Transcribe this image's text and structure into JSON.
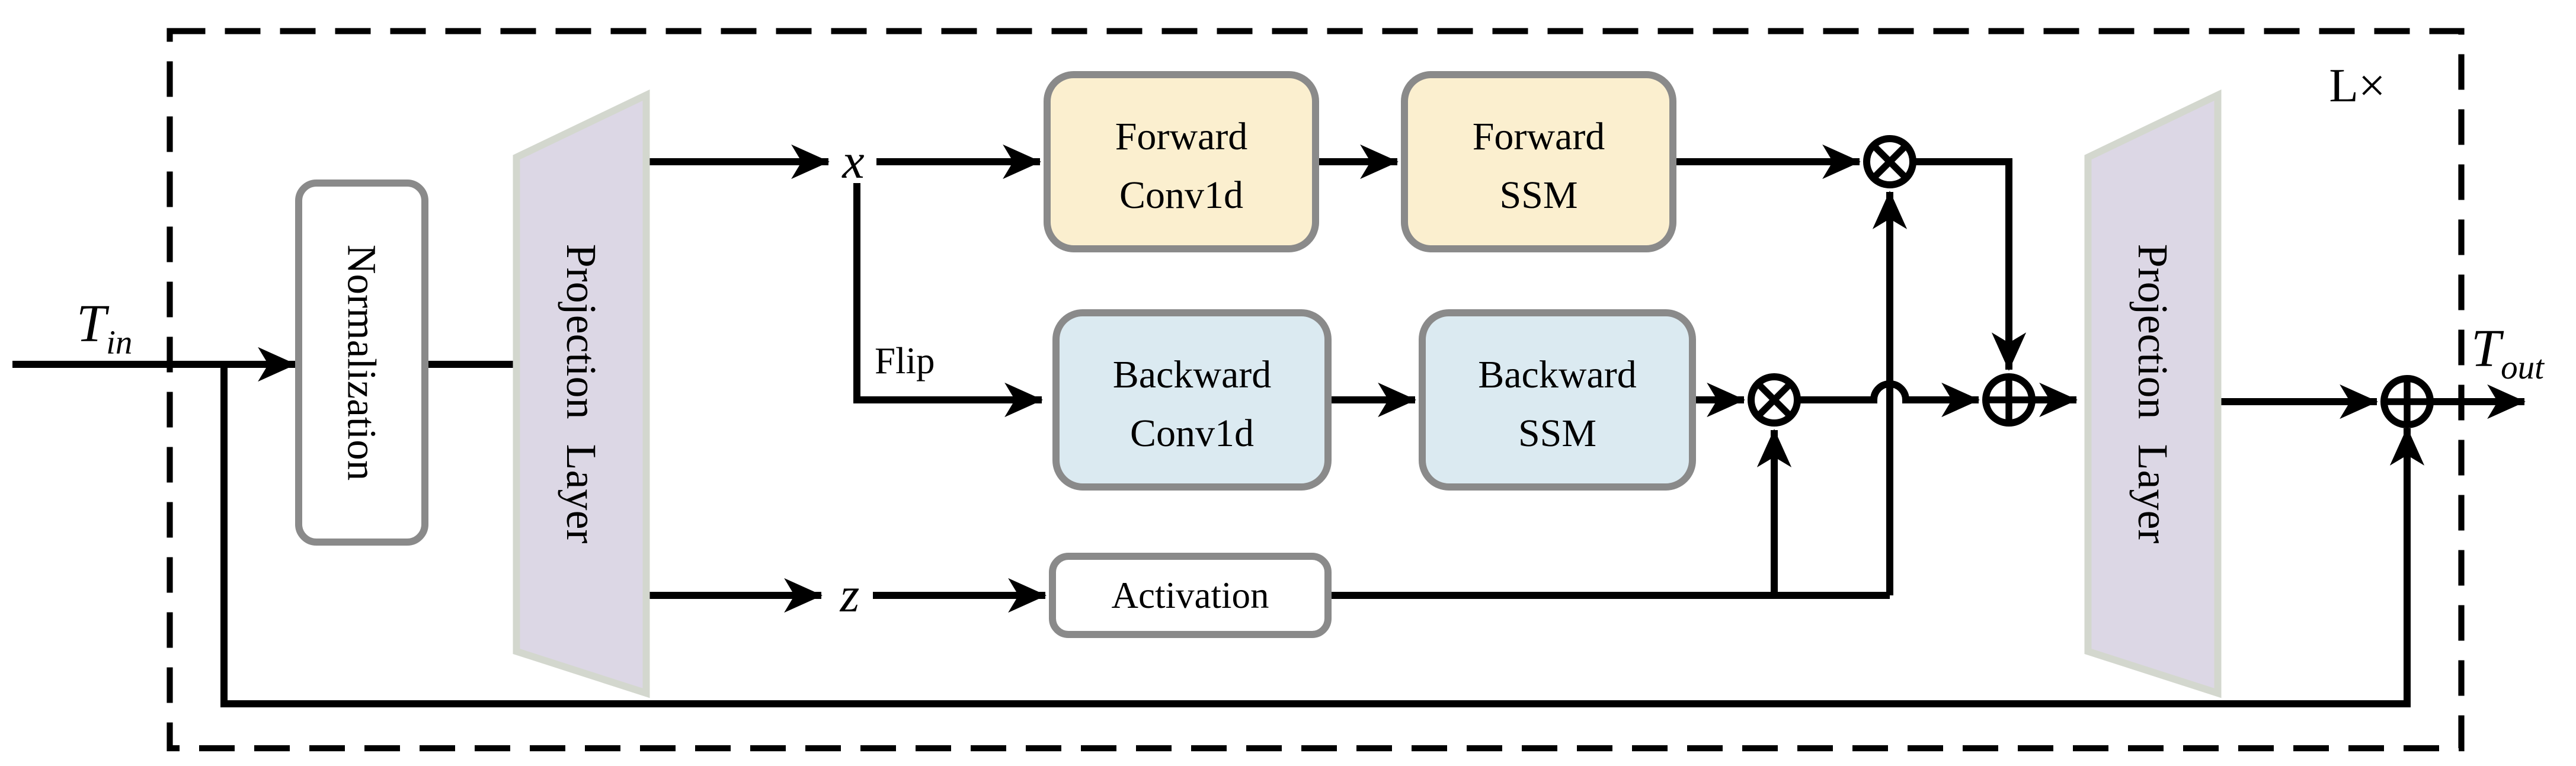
{
  "diagram": {
    "repeat_label": "L×",
    "io": {
      "input_base": "T",
      "input_sub": "in",
      "output_base": "T",
      "output_sub": "out"
    },
    "signals": {
      "x": "x",
      "z": "z",
      "flip": "Flip"
    },
    "nodes": {
      "normalization": {
        "label": "Normalization"
      },
      "projection_in": {
        "label": "Projection Layer"
      },
      "projection_out": {
        "label": "Projection Layer"
      },
      "forward_conv1d": {
        "line1": "Forward",
        "line2": "Conv1d"
      },
      "forward_ssm": {
        "line1": "Forward",
        "line2": "SSM"
      },
      "backward_conv1d": {
        "line1": "Backward",
        "line2": "Conv1d"
      },
      "backward_ssm": {
        "line1": "Backward",
        "line2": "SSM"
      },
      "activation": {
        "label": "Activation"
      }
    },
    "operators": {
      "forward_gate": "multiply",
      "backward_gate": "multiply",
      "merge_add": "add",
      "residual_add": "add"
    },
    "colors": {
      "forward_fill": "#FBEFCF",
      "backward_fill": "#DBEAF1",
      "projection_fill": "#DCD7E5",
      "projection_border": "#D3D7CE",
      "node_border": "#8A8A8A",
      "wire": "#000000"
    }
  }
}
